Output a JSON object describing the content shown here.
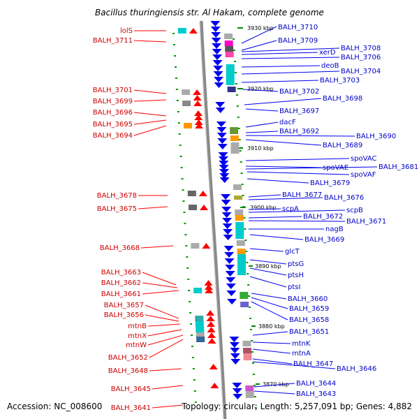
{
  "title": "Bacillus thuringiensis str. Al Hakam, complete genome",
  "footer": {
    "accession": "Accession: NC_008600",
    "topology": "Topology: circular; Length: 5,257,091 bp; Genes: 4,882"
  },
  "colors": {
    "left_label": "#cc0000",
    "right_label": "#0000cc",
    "forward_gene": "#ff0000",
    "reverse_gene": "#0000ee",
    "backbone": "#999999"
  },
  "scale_marks": [
    "3930 kbp",
    "3920 kbp",
    "3910 kbp",
    "3900 kbp",
    "3890 kbp",
    "3880 kbp",
    "3870 kbp"
  ],
  "left_labels": [
    "lolS",
    "BALH_3711",
    "BALH_3701",
    "BALH_3699",
    "BALH_3696",
    "BALH_3695",
    "BALH_3694",
    "BALH_3678",
    "BALH_3675",
    "BALH_3668",
    "BALH_3663",
    "BALH_3662",
    "BALH_3661",
    "BALH_3657",
    "BALH_3656",
    "mtnB",
    "mtnX",
    "mtnW",
    "BALH_3652",
    "BALH_3648",
    "BALH_3645",
    "BALH_3641"
  ],
  "right_labels": [
    "BALH_3710",
    "BALH_3709",
    "BALH_3708",
    "xerD",
    "BALH_3706",
    "deoB",
    "BALH_3704",
    "BALH_3703",
    "BALH_3702",
    "BALH_3698",
    "BALH_3697",
    "dacF",
    "BALH_3692",
    "BALH_3690",
    "BALH_3689",
    "spoVAC",
    "spoVAE",
    "BALH_3681",
    "spoVAF",
    "BALH_3679",
    "BALH_3677",
    "BALH_3676",
    "scpA",
    "scpB",
    "BALH_3672",
    "BALH_3671",
    "nagB",
    "BALH_3669",
    "glcT",
    "ptsG",
    "ptsH",
    "ptsI",
    "BALH_3660",
    "BALH_3659",
    "BALH_3658",
    "BALH_3651",
    "mtnK",
    "mtnA",
    "BALH_3647",
    "BALH_3646",
    "BALH_3644",
    "BALH_3643"
  ]
}
